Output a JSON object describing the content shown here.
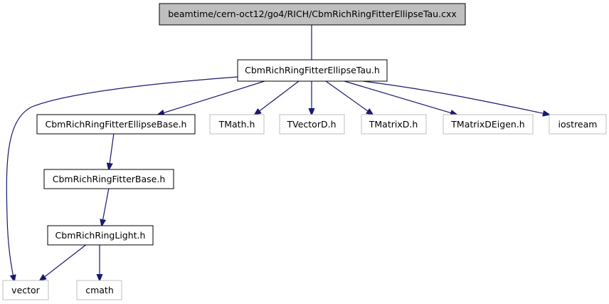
{
  "nodes": {
    "root": {
      "label": "beamtime/cern-oct12/go4/RICH/CbmRichRingFitterEllipseTau.cxx",
      "style": "root"
    },
    "tau_h": {
      "label": "CbmRichRingFitterEllipseTau.h",
      "style": "local"
    },
    "base_h": {
      "label": "CbmRichRingFitterEllipseBase.h",
      "style": "local"
    },
    "tmath": {
      "label": "TMath.h",
      "style": "external"
    },
    "tvectord": {
      "label": "TVectorD.h",
      "style": "external"
    },
    "tmatrixd": {
      "label": "TMatrixD.h",
      "style": "external"
    },
    "tmatrixdeig": {
      "label": "TMatrixDEigen.h",
      "style": "external"
    },
    "iostream": {
      "label": "iostream",
      "style": "external"
    },
    "fitterbase_h": {
      "label": "CbmRichRingFitterBase.h",
      "style": "local"
    },
    "ringlight_h": {
      "label": "CbmRichRingLight.h",
      "style": "local"
    },
    "vector": {
      "label": "vector",
      "style": "external"
    },
    "cmath": {
      "label": "cmath",
      "style": "external"
    }
  },
  "edges": [
    {
      "from": "root",
      "to": "tau_h"
    },
    {
      "from": "tau_h",
      "to": "vector"
    },
    {
      "from": "tau_h",
      "to": "base_h"
    },
    {
      "from": "tau_h",
      "to": "tmath"
    },
    {
      "from": "tau_h",
      "to": "tvectord"
    },
    {
      "from": "tau_h",
      "to": "tmatrixd"
    },
    {
      "from": "tau_h",
      "to": "tmatrixdeig"
    },
    {
      "from": "tau_h",
      "to": "iostream"
    },
    {
      "from": "base_h",
      "to": "fitterbase_h"
    },
    {
      "from": "fitterbase_h",
      "to": "ringlight_h"
    },
    {
      "from": "ringlight_h",
      "to": "vector"
    },
    {
      "from": "ringlight_h",
      "to": "cmath"
    }
  ],
  "colors": {
    "edge": "#191970",
    "root_fill": "#bfbfbf",
    "local_border": "#000000",
    "external_border": "#bfbfbf",
    "text": "#000000"
  }
}
